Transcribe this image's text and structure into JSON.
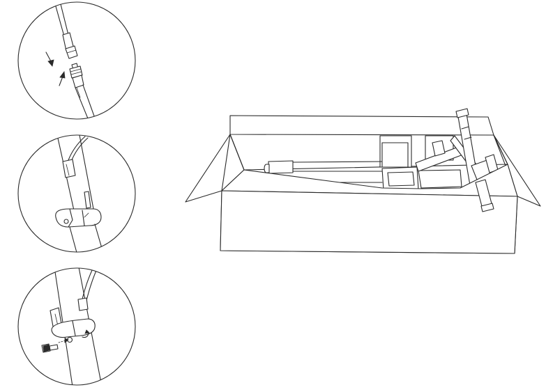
{
  "figure": {
    "colors": {
      "line": "#2a2a2a",
      "background": "#ffffff"
    },
    "panels": [
      {
        "id": "step-connect-cable",
        "icons": [
          "cable-connector-icon",
          "arrow-down-icon",
          "arrow-up-icon"
        ]
      },
      {
        "id": "step-insert-stem",
        "icons": [
          "stem-clamp-icon",
          "cable-clip-icon"
        ]
      },
      {
        "id": "step-fasten-screw",
        "icons": [
          "screw-icon",
          "clamp-lever-icon",
          "arrow-right-icon"
        ]
      }
    ],
    "main": {
      "id": "scooter-in-box",
      "icons": [
        "box-icon",
        "folded-scooter-icon",
        "handlebar-icon"
      ]
    }
  }
}
